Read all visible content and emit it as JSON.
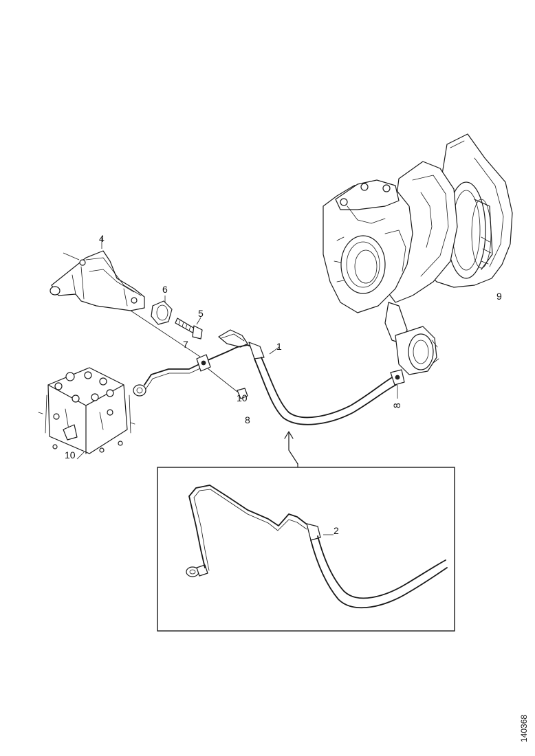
{
  "callouts": {
    "c1": "1",
    "c2": "2",
    "c4": "4",
    "c5": "5",
    "c6": "6",
    "c7": "7",
    "c8a": "8",
    "c8b": "8",
    "c9": "9",
    "c10a": "10",
    "c10b": "10"
  },
  "drawing_id": "140368"
}
